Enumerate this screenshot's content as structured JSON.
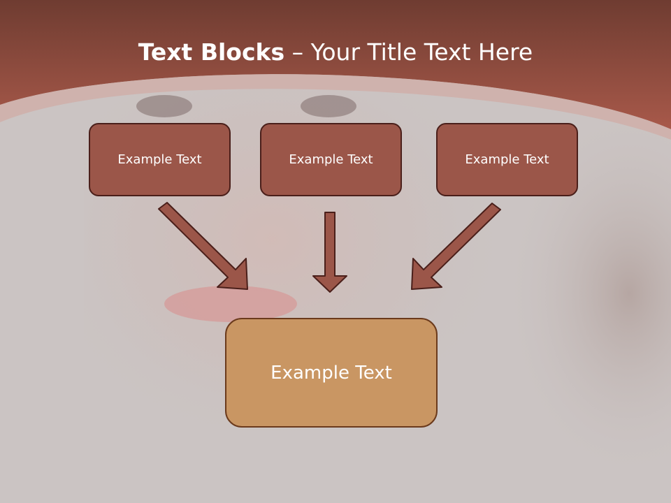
{
  "title": {
    "bold": "Text Blocks",
    "rest": " – Your Title Text Here"
  },
  "blocks": [
    {
      "label": "Example Text"
    },
    {
      "label": "Example Text"
    },
    {
      "label": "Example Text"
    }
  ],
  "target_block": {
    "label": "Example Text"
  },
  "colors": {
    "header": "#a15648",
    "background": "#cbc4c3",
    "block_fill": "#9b5649",
    "block_border": "#4a1f1a",
    "target_fill": "#c99663",
    "target_border": "#6b3a1c",
    "arrow_fill": "#9b5649"
  }
}
